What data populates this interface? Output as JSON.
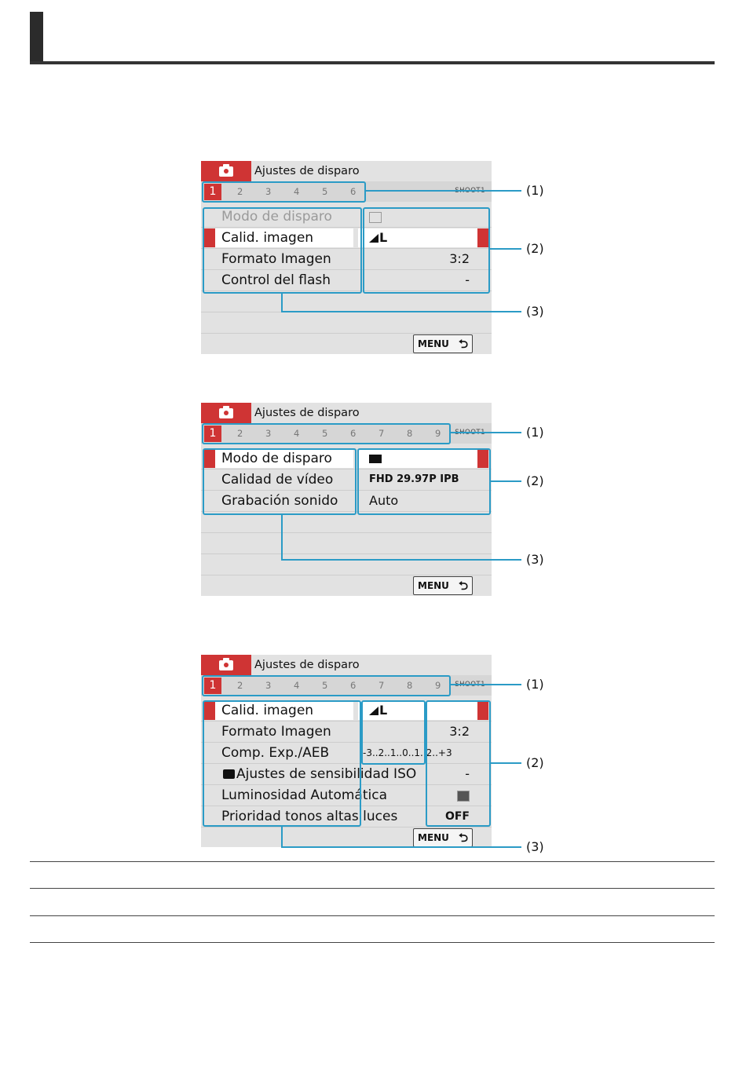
{
  "screens": [
    {
      "title": "Ajustes de disparo",
      "tab_active": "1",
      "tabs": [
        "2",
        "3",
        "4",
        "5",
        "6"
      ],
      "shoot_label": "SHOOT1",
      "rows": [
        {
          "label": "Modo de disparo",
          "value": ""
        },
        {
          "label": "Calid. imagen",
          "value": "L"
        },
        {
          "label": "Formato Imagen",
          "value": "3:2"
        },
        {
          "label": "Control del flash",
          "value": "-"
        }
      ],
      "menu_label": "MENU",
      "menu_arrow": "⮌"
    },
    {
      "title": "Ajustes de disparo",
      "tab_active": "1",
      "tabs": [
        "2",
        "3",
        "4",
        "5",
        "6",
        "7",
        "8",
        "9"
      ],
      "shoot_label": "SHOOT1",
      "rows": [
        {
          "label": "Modo de disparo",
          "value": ""
        },
        {
          "label": "Calidad de vídeo",
          "value": "FHD 29.97P IPB"
        },
        {
          "label": "Grabación sonido",
          "value": "Auto"
        }
      ],
      "menu_label": "MENU",
      "menu_arrow": "⮌"
    },
    {
      "title": "Ajustes de disparo",
      "tab_active": "1",
      "tabs": [
        "2",
        "3",
        "4",
        "5",
        "6",
        "7",
        "8",
        "9"
      ],
      "shoot_label": "SHOOT1",
      "rows": [
        {
          "label": "Calid. imagen",
          "value": "L"
        },
        {
          "label": "Formato Imagen",
          "value": "3:2"
        },
        {
          "label": "Comp. Exp./AEB",
          "value": "-3..2..1..0..1..2..+3"
        },
        {
          "label": "Ajustes de sensibilidad ISO",
          "value": "-"
        },
        {
          "label": "Luminosidad Automática",
          "value": ""
        },
        {
          "label": "Prioridad tonos altas luces",
          "value": "OFF"
        }
      ],
      "menu_label": "MENU",
      "menu_arrow": "⮌"
    }
  ],
  "callouts": {
    "c1": "(1)",
    "c2": "(2)",
    "c3": "(3)"
  },
  "colors": {
    "accent_red": "#cf3434",
    "callout_blue": "#2b9bc6"
  }
}
